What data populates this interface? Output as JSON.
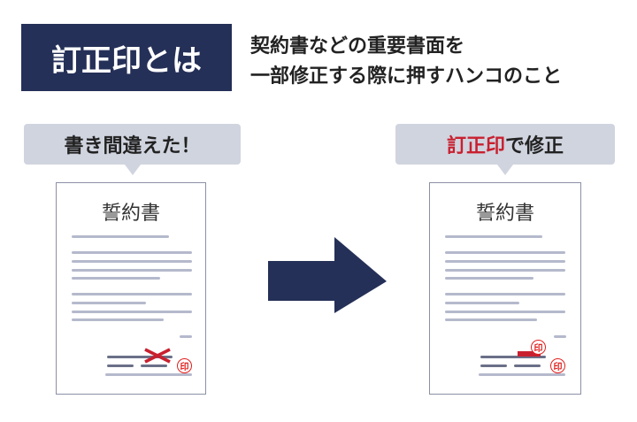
{
  "title": "訂正印とは",
  "description": [
    "契約書などの重要書面を",
    "一部修正する際に押すハンコのこと"
  ],
  "left_bubble": "書き間違えた！",
  "right_bubble": {
    "highlight": "訂正印",
    "rest": "で修正"
  },
  "doc_title": "誓約書",
  "stamp_text": "印",
  "colors": {
    "navy": "#253058",
    "red": "#c8202f",
    "bubble": "#d0d4df"
  }
}
